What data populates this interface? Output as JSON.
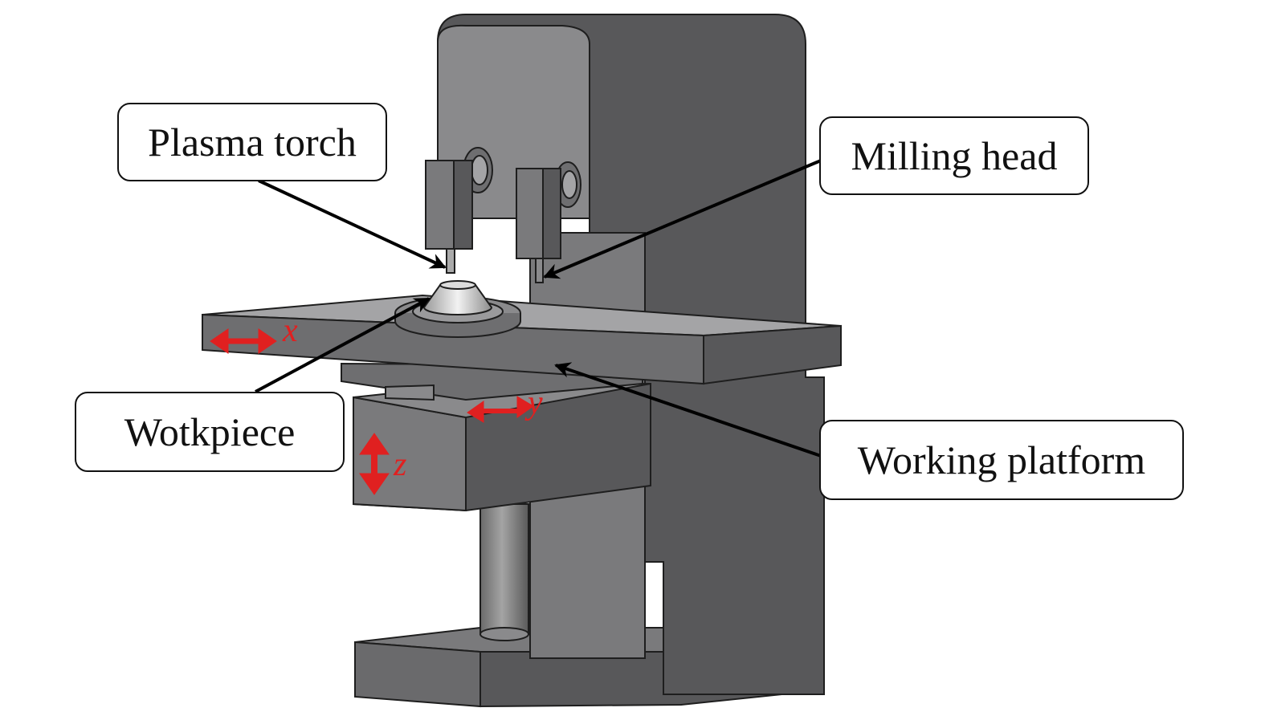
{
  "labels": {
    "plasma_torch": "Plasma torch",
    "milling_head": "Milling head",
    "workpiece": "Wotkpiece",
    "working_platform": "Working platform"
  },
  "axes": {
    "x": "x",
    "y": "y",
    "z": "z"
  },
  "colors": {
    "machine_dark": "#58585a",
    "machine_mid": "#6e6e70",
    "machine_light": "#8a8a8c",
    "outline": "#1e1e1e",
    "callout_border": "#111111",
    "arrow": "#000000",
    "axis_arrow": "#e02020"
  }
}
